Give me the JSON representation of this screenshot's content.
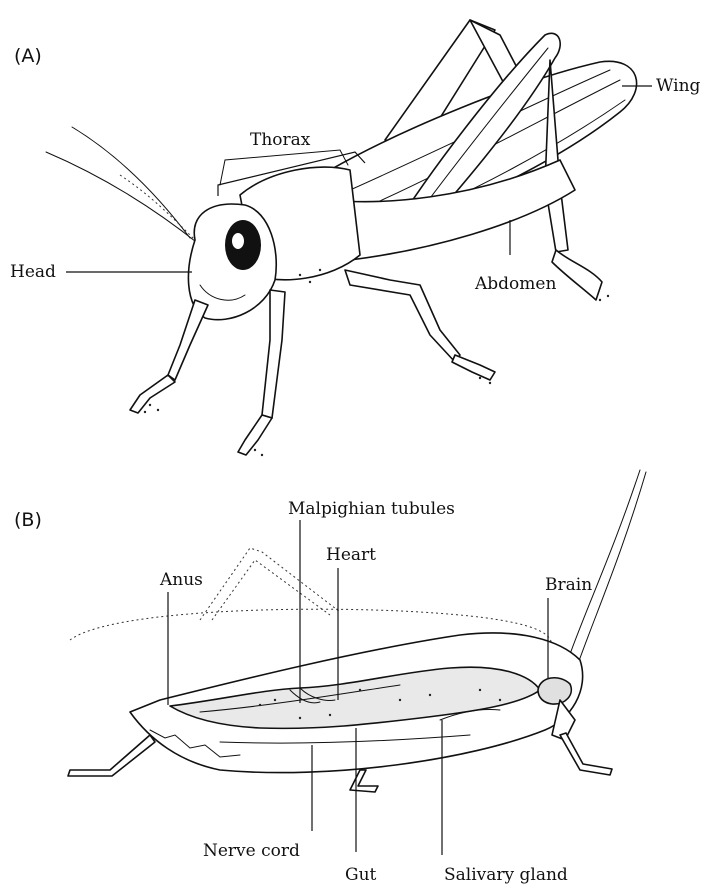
{
  "panels": {
    "a": {
      "label": "(A)",
      "labels": {
        "thorax": "Thorax",
        "wing": "Wing",
        "head": "Head",
        "abdomen": "Abdomen"
      }
    },
    "b": {
      "label": "(B)",
      "labels": {
        "malpighian": "Malpighian tubules",
        "heart": "Heart",
        "anus": "Anus",
        "brain": "Brain",
        "nerve_cord": "Nerve cord",
        "gut": "Gut",
        "salivary_gland": "Salivary gland"
      }
    }
  }
}
